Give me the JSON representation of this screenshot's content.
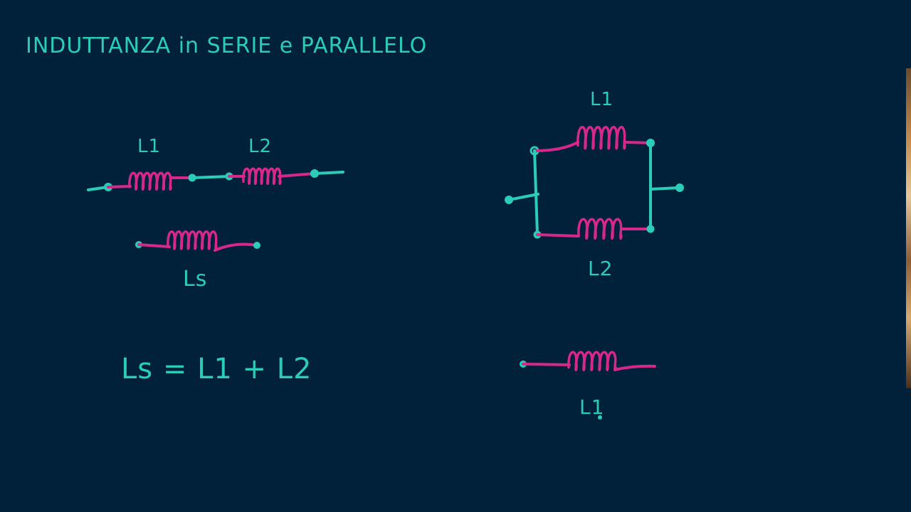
{
  "title": "INDUTTANZA in SERIE e PARALLELO",
  "series_circuit": {
    "label_1": "L1",
    "label_2": "L2",
    "equivalent_label": "Ls"
  },
  "series_formula": "Ls = L1 + L2",
  "parallel_circuit": {
    "label_1": "L1",
    "label_2": "L2",
    "equivalent_label": "L1"
  },
  "colors": {
    "background": "#01213b",
    "wire": "#2bcdb8",
    "inductor": "#d6288a"
  }
}
